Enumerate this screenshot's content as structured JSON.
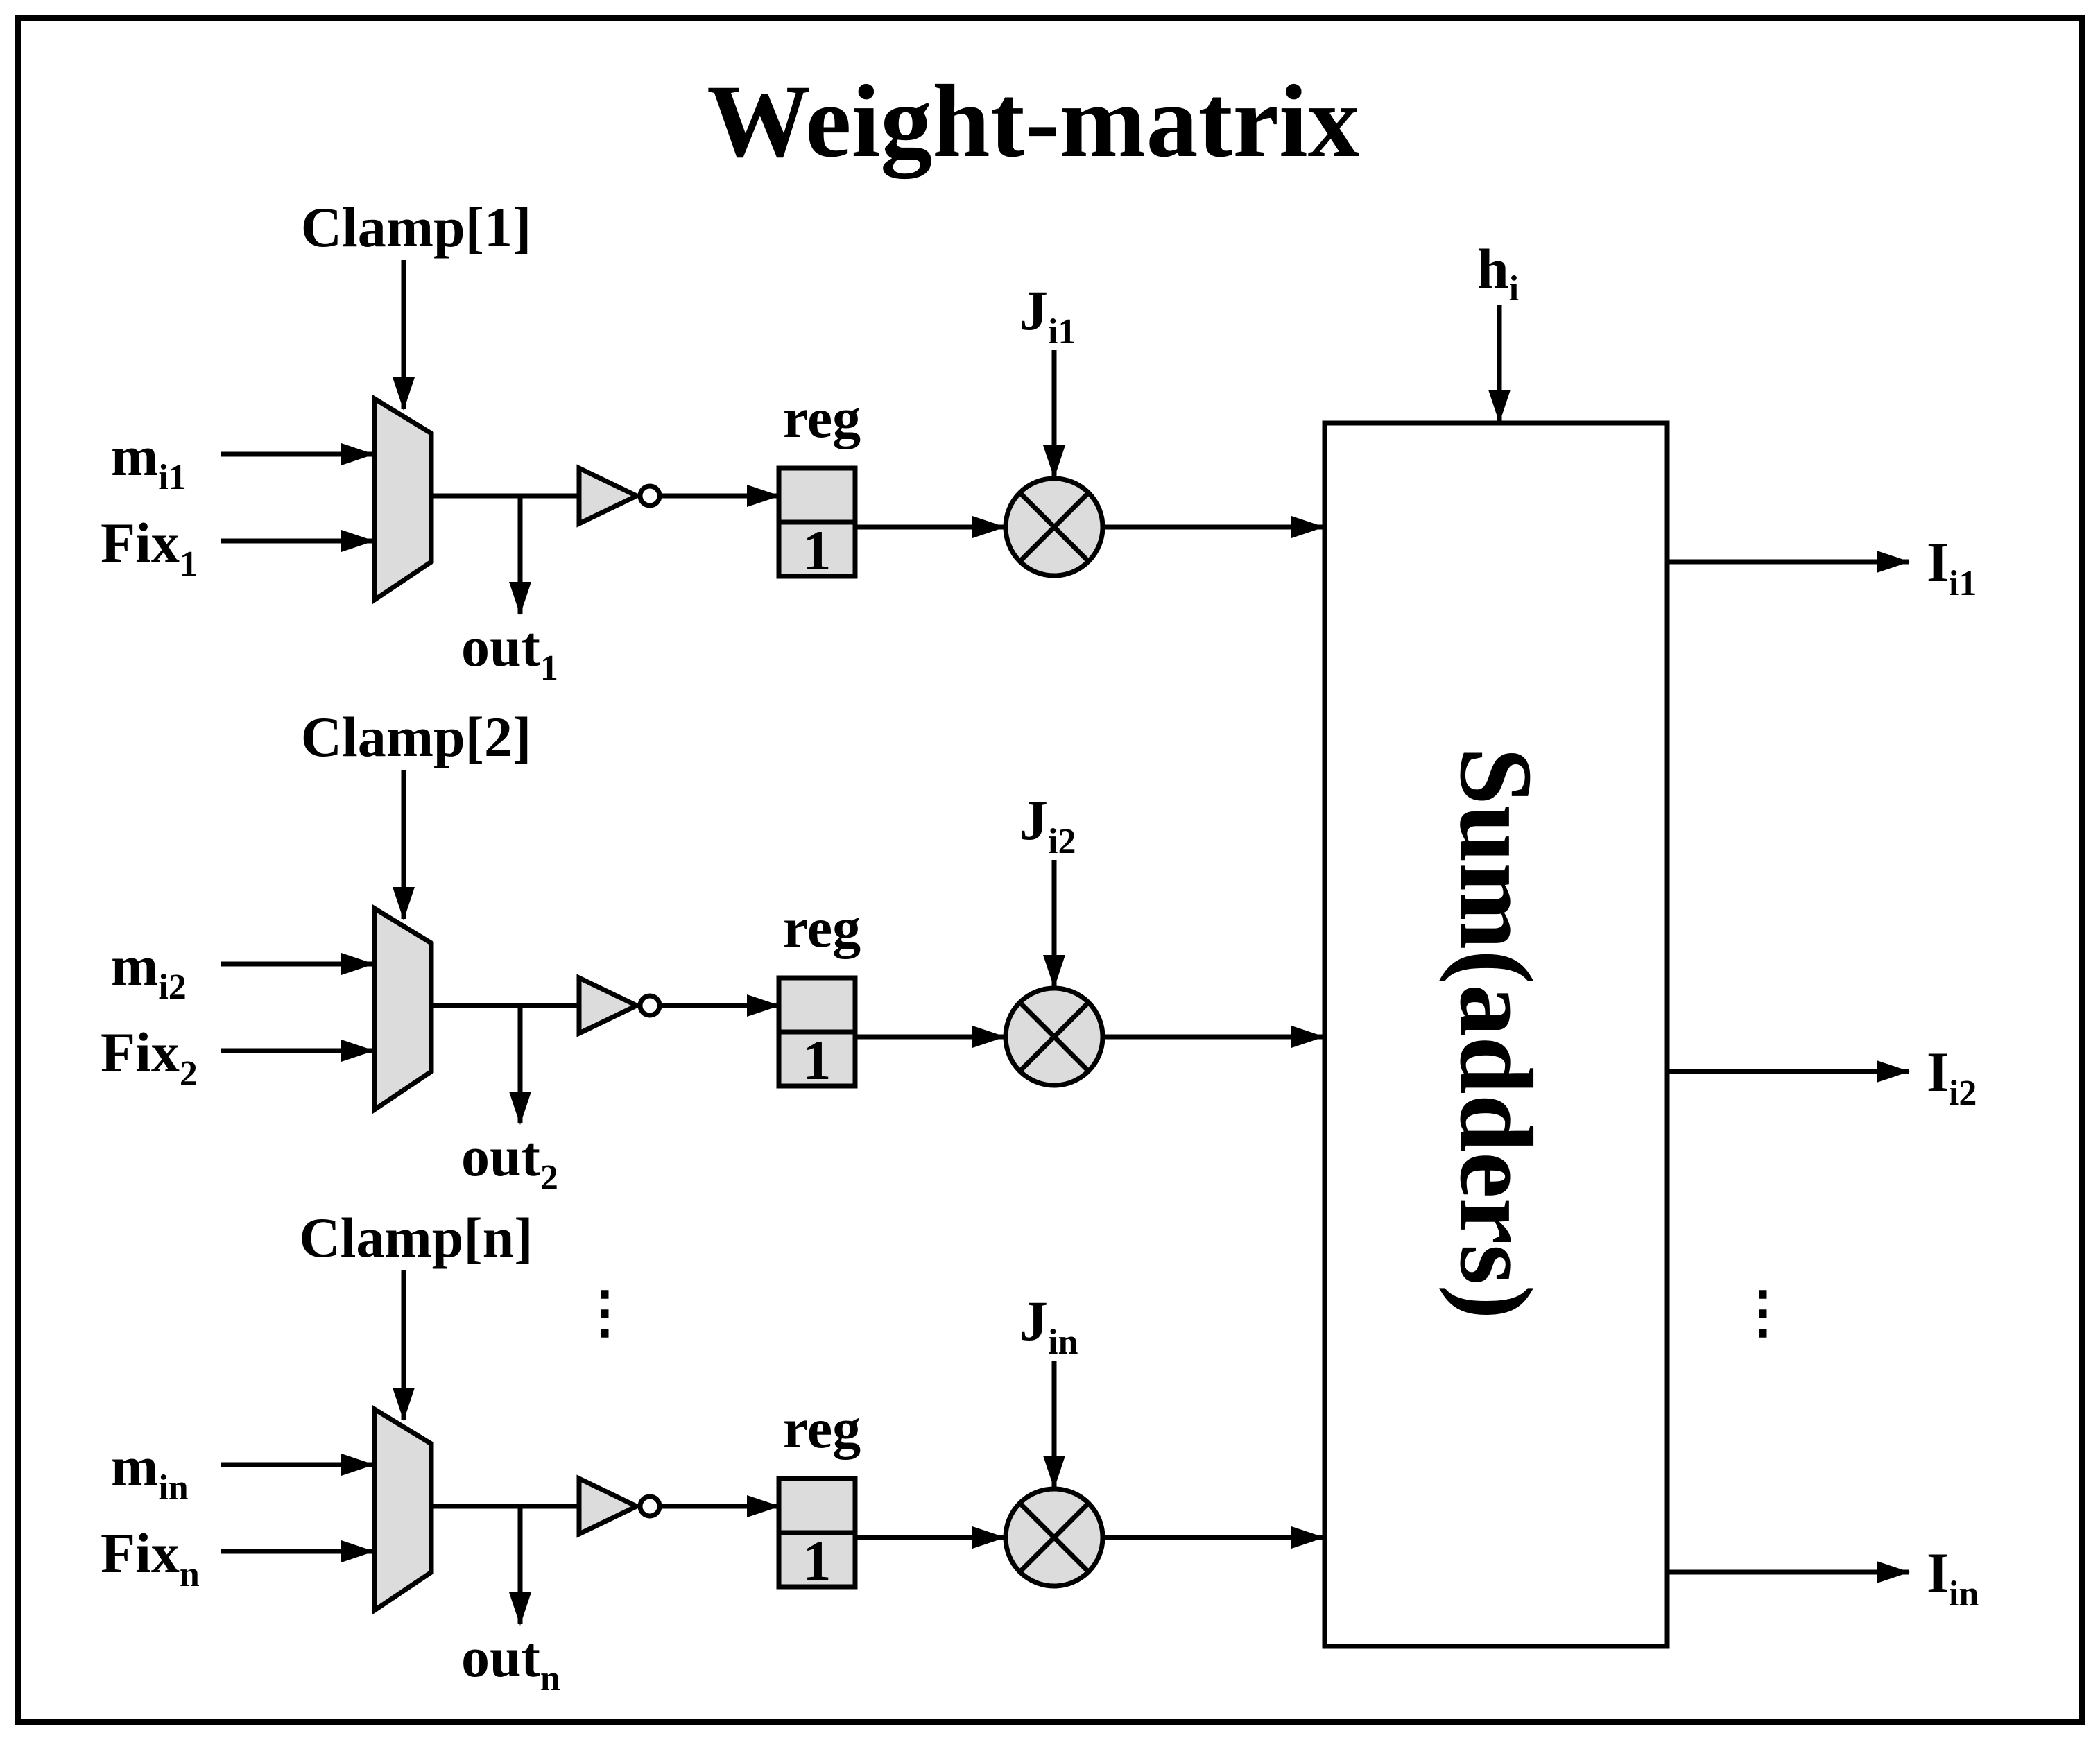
{
  "title": "Weight-matrix",
  "colors": {
    "fill_gray": "#dcdcdc",
    "stroke": "#000000",
    "background": "#ffffff"
  },
  "sum_block": {
    "label": "Sum(adders)",
    "bias_input": {
      "main": "h",
      "sub": "i"
    }
  },
  "rows": [
    {
      "clamp": "Clamp[1]",
      "m_input": {
        "main": "m",
        "sub": "i1"
      },
      "fix_input": {
        "main": "Fix",
        "sub": "1"
      },
      "out": {
        "main": "out",
        "sub": "1"
      },
      "reg_label": "reg",
      "reg_value": "1",
      "weight": {
        "main": "J",
        "sub": "i1"
      },
      "output": {
        "main": "I",
        "sub": "i1"
      }
    },
    {
      "clamp": "Clamp[2]",
      "m_input": {
        "main": "m",
        "sub": "i2"
      },
      "fix_input": {
        "main": "Fix",
        "sub": "2"
      },
      "out": {
        "main": "out",
        "sub": "2"
      },
      "reg_label": "reg",
      "reg_value": "1",
      "weight": {
        "main": "J",
        "sub": "i2"
      },
      "output": {
        "main": "I",
        "sub": "i2"
      }
    },
    {
      "clamp": "Clamp[n]",
      "m_input": {
        "main": "m",
        "sub": "in"
      },
      "fix_input": {
        "main": "Fix",
        "sub": "n"
      },
      "out": {
        "main": "out",
        "sub": "n"
      },
      "reg_label": "reg",
      "reg_value": "1",
      "weight": {
        "main": "J",
        "sub": "in"
      },
      "output": {
        "main": "I",
        "sub": "in"
      }
    }
  ],
  "ellipsis": "⋮"
}
